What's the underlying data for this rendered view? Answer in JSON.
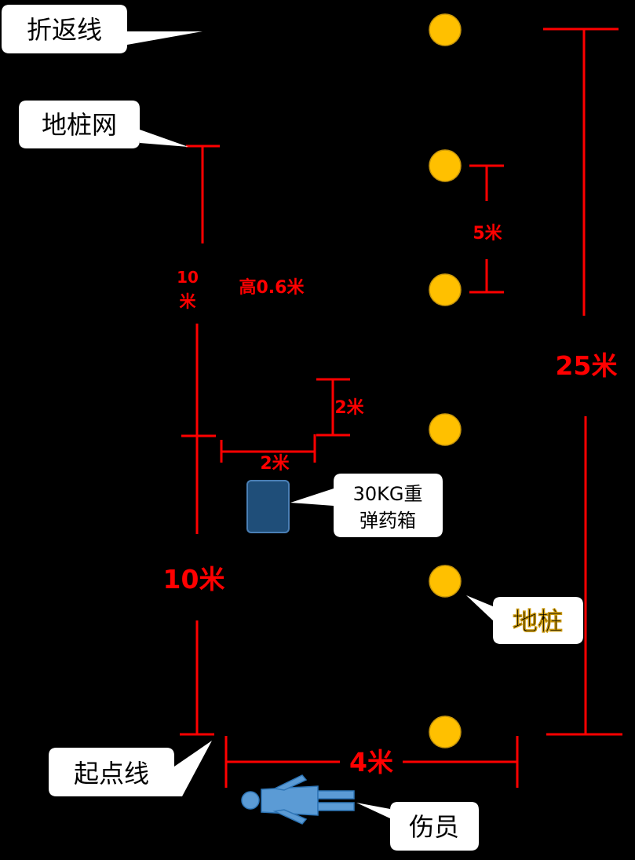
{
  "callouts": {
    "turnaround_line": "折返线",
    "stake_net": "地桩网",
    "ammo_box": [
      "30KG重",
      "弹药箱"
    ],
    "ground_stake": "地桩",
    "start_line": "起点线",
    "casualty": "伤员"
  },
  "dimensions": {
    "stake_spacing": "5米",
    "total_length": "25米",
    "net_length_top": [
      "10",
      "米"
    ],
    "net_height": "高0.6米",
    "box_depth": "2米",
    "box_width": "2米",
    "net_length_bottom": "10米",
    "lane_width": "4米"
  },
  "colors": {
    "background": "#000000",
    "dimension_red": "#ff0000",
    "stake_fill": "#ffc000",
    "stake_stroke": "#c8960a",
    "box_fill": "#1f4e79",
    "box_stroke": "#4a7fb5",
    "casualty_fill": "#5b9bd5",
    "casualty_stroke": "#2e75b6",
    "callout_fill": "#ffffff"
  },
  "stake_count": 6
}
